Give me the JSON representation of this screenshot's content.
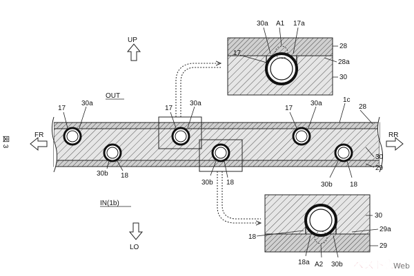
{
  "figure_label": "図 3",
  "directions": {
    "up": "UP",
    "lo": "LO",
    "fr": "FR",
    "rr": "RR"
  },
  "sides": {
    "out": "OUT",
    "in": "IN(1b)"
  },
  "main": {
    "labels": {
      "l17_a": "17",
      "l30a_a": "30a",
      "l17_b": "17",
      "l30a_b": "30a",
      "l17_c": "17",
      "l30a_c": "30a",
      "l1c": "1c",
      "l28": "28",
      "l30": "30",
      "l29": "29",
      "l30b_a": "30b",
      "l18_a": "18",
      "l30b_b": "30b",
      "l18_b": "18",
      "l30b_c": "30b",
      "l18_c": "18"
    }
  },
  "detail_top": {
    "labels": {
      "l30a": "30a",
      "lA1": "A1",
      "l17a": "17a",
      "l17": "17",
      "l28": "28",
      "l28a": "28a",
      "l30": "30"
    }
  },
  "detail_bottom": {
    "labels": {
      "l30": "30",
      "l29a": "29a",
      "l18": "18",
      "l29": "29",
      "l18a": "18a",
      "lA2": "A2",
      "l30b": "30b"
    }
  },
  "watermark": {
    "logo": "ベストカー",
    "suffix": "Web"
  }
}
